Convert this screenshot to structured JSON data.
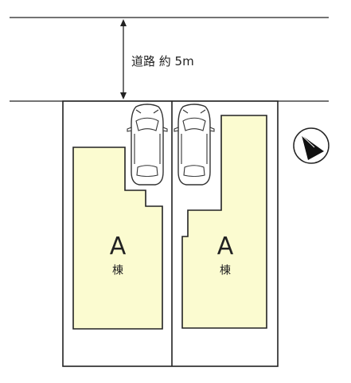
{
  "road": {
    "label": "道路 約 5m"
  },
  "buildings": [
    {
      "letter": "A",
      "sub": "棟"
    },
    {
      "letter": "A",
      "sub": "棟"
    }
  ],
  "colors": {
    "building_fill": "#fbfbd0",
    "line": "#222222"
  },
  "icons": [
    "north-arrow-icon",
    "car-icon",
    "car-icon"
  ]
}
